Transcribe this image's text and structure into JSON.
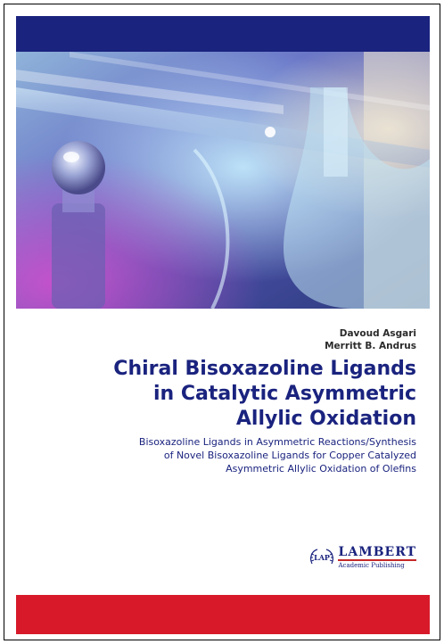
{
  "cover": {
    "authors": [
      "Davoud Asgari",
      "Merritt B. Andrus"
    ],
    "title_lines": [
      "Chiral Bisoxazoline Ligands",
      "in Catalytic Asymmetric",
      "Allylic Oxidation"
    ],
    "subtitle_lines": [
      "Bisoxazoline Ligands in Asymmetric Reactions/Synthesis",
      "of Novel Bisoxazoline Ligands for Copper Catalyzed",
      "Asymmetric Allylic Oxidation of Olefins"
    ],
    "publisher": {
      "logo_text": "LAP",
      "name": "LAMBERT",
      "sub": "Academic Publishing"
    },
    "colors": {
      "navy": "#1a237e",
      "red": "#d7192a"
    }
  }
}
